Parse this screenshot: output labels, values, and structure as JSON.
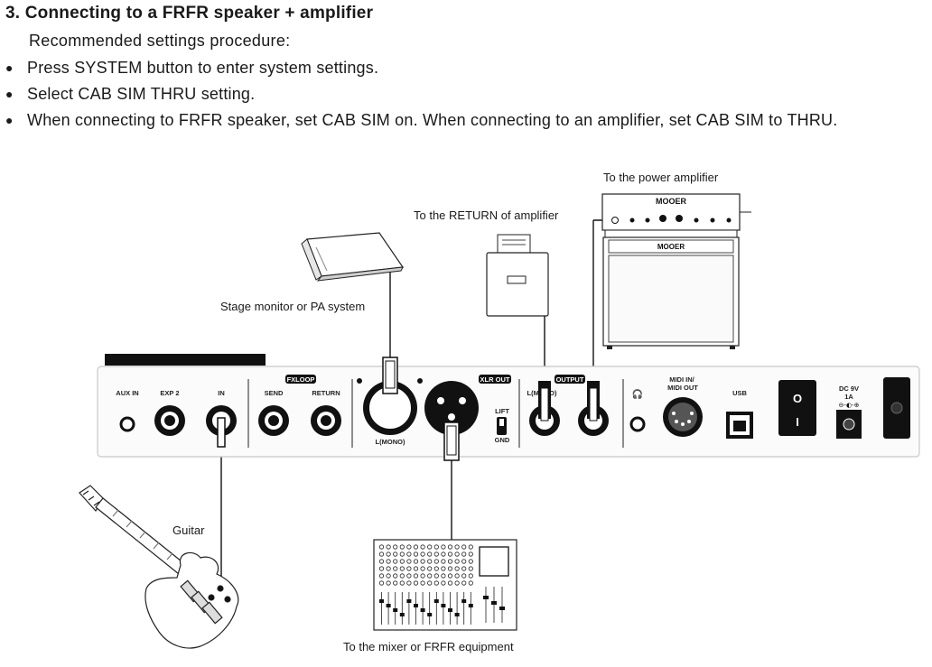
{
  "heading": "3. Connecting to a FRFR speaker + amplifier",
  "intro": "Recommended settings procedure:",
  "steps": [
    "Press SYSTEM button to enter system settings.",
    "Select CAB SIM THRU setting.",
    "When connecting to FRFR speaker, set CAB SIM on. When connecting to an amplifier, set CAB SIM to THRU."
  ],
  "diagram": {
    "labels": {
      "power_amp": "To the power amplifier",
      "return_amp": "To the RETURN of amplifier",
      "stage_monitor": "Stage monitor or PA system",
      "guitar": "Guitar",
      "mixer": "To the mixer or FRFR equipment"
    },
    "panel": {
      "aux_in": "AUX IN",
      "exp2": "EXP 2",
      "in": "IN",
      "fx_loop": "FXLOOP",
      "send": "SEND",
      "return": "RETURN",
      "xlr_out": "XLR OUT",
      "lift": "LIFT",
      "gnd": "GND",
      "l_mono_xlr": "L(MONO)",
      "output": "OUTPUT",
      "l_mono_output": "L(MONO)",
      "midi": "MIDI IN/\nMIDI OUT",
      "usb": "USB",
      "dc_line1": "DC 9V",
      "dc_line2": "1A",
      "headphone_icon": "headphone-icon",
      "power_switch_on": "O",
      "power_switch_off": "I"
    },
    "amp_head_brand": "MOOER",
    "amp_cab_brand": "MOOER"
  }
}
